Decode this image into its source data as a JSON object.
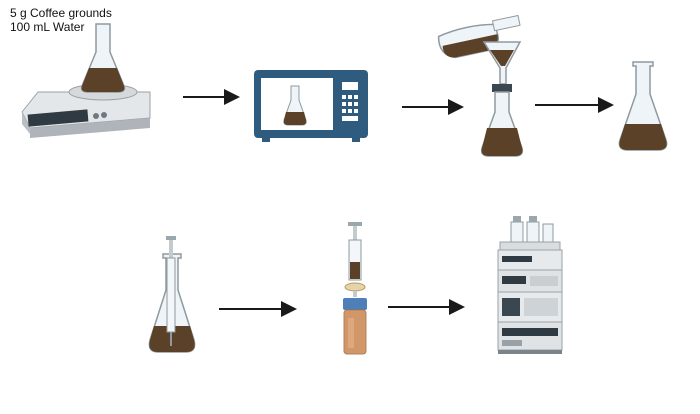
{
  "labels": {
    "coffee": "5 g Coffee grounds",
    "water": "100 mL Water"
  },
  "colors": {
    "coffee": "#5a4128",
    "glass": "#e9f1f5",
    "glass_stroke": "#9aa7ad",
    "microwave": "#2f5c7e",
    "balance": "#cfd4d8",
    "arrow": "#1a1a1a",
    "amber_vial": "#c9864f",
    "vial_cap": "#4f7fb8"
  },
  "steps": [
    {
      "id": "weigh",
      "icon": "balance-with-flask-icon"
    },
    {
      "id": "heat",
      "icon": "microwave-icon"
    },
    {
      "id": "filter",
      "icon": "funnel-filtration-icon"
    },
    {
      "id": "filtrate",
      "icon": "erlenmeyer-flask-icon"
    },
    {
      "id": "syringe-draw",
      "icon": "syringe-in-flask-icon"
    },
    {
      "id": "syringe-filter",
      "icon": "syringe-filter-vial-icon"
    },
    {
      "id": "analysis",
      "icon": "hplc-instrument-icon"
    }
  ]
}
